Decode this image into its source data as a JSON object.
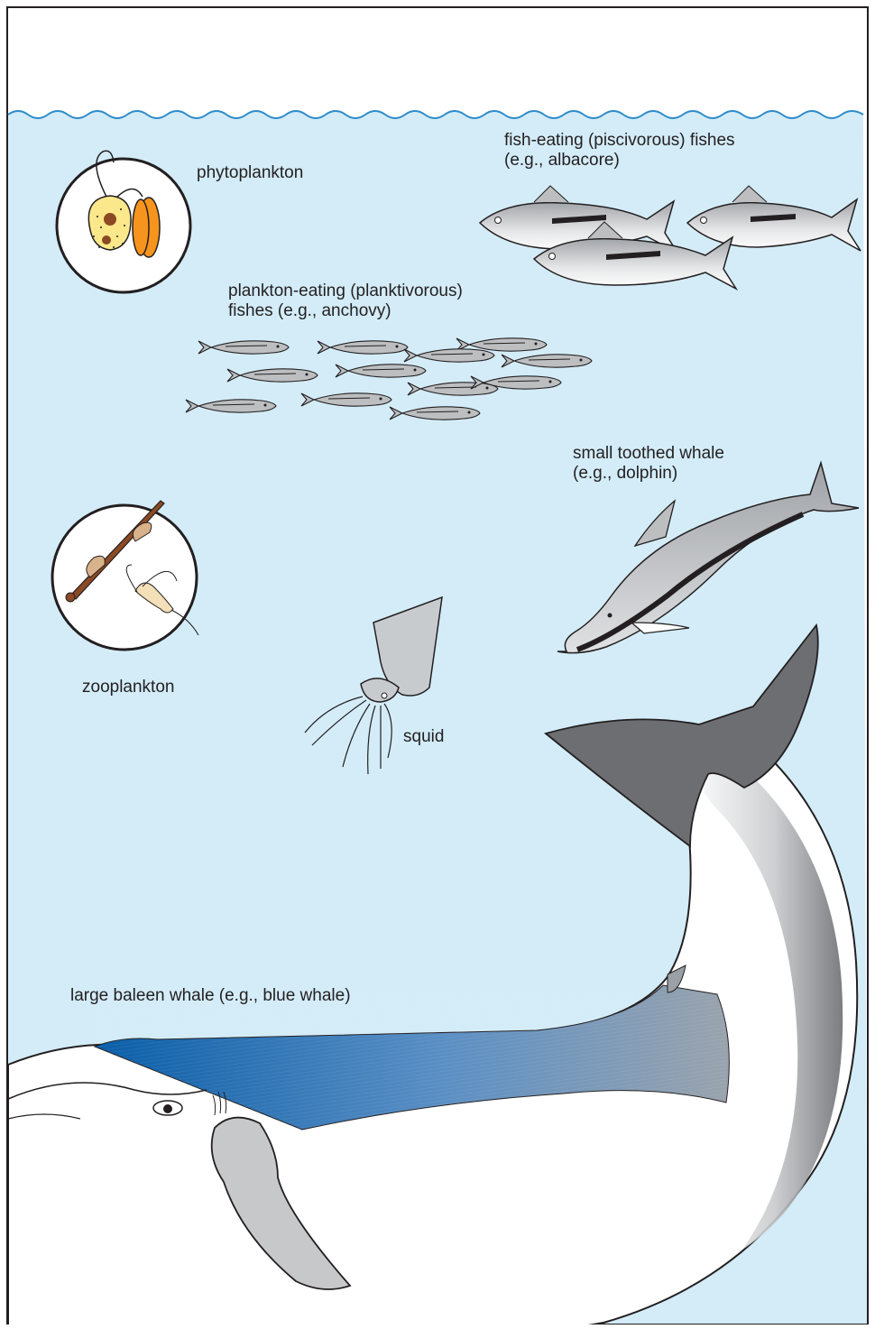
{
  "labels": {
    "phytoplankton": "phytoplankton",
    "piscivorous_line1": "fish-eating (piscivorous) fishes",
    "piscivorous_line2": "(e.g., albacore)",
    "planktivorous_line1": "plankton-eating (planktivorous)",
    "planktivorous_line2": "fishes (e.g., anchovy)",
    "dolphin_line1": "small toothed whale",
    "dolphin_line2": "(e.g., dolphin)",
    "zooplankton": "zooplankton",
    "squid": "squid",
    "baleen_whale": "large baleen whale (e.g., blue whale)"
  },
  "colors": {
    "water": "#d3ecf8",
    "outline": "#231f20",
    "wave": "#2e8bc9",
    "whale_blue": "#0a5ea8",
    "fluke_gray": "#6d6e71",
    "fish_gray": "#bcbec0",
    "squid_gray": "#c7cbce",
    "diatom_orange": "#f7941d",
    "flagellate_yellow": "#fbe88a",
    "copepod_brown": "#8b4a23"
  }
}
